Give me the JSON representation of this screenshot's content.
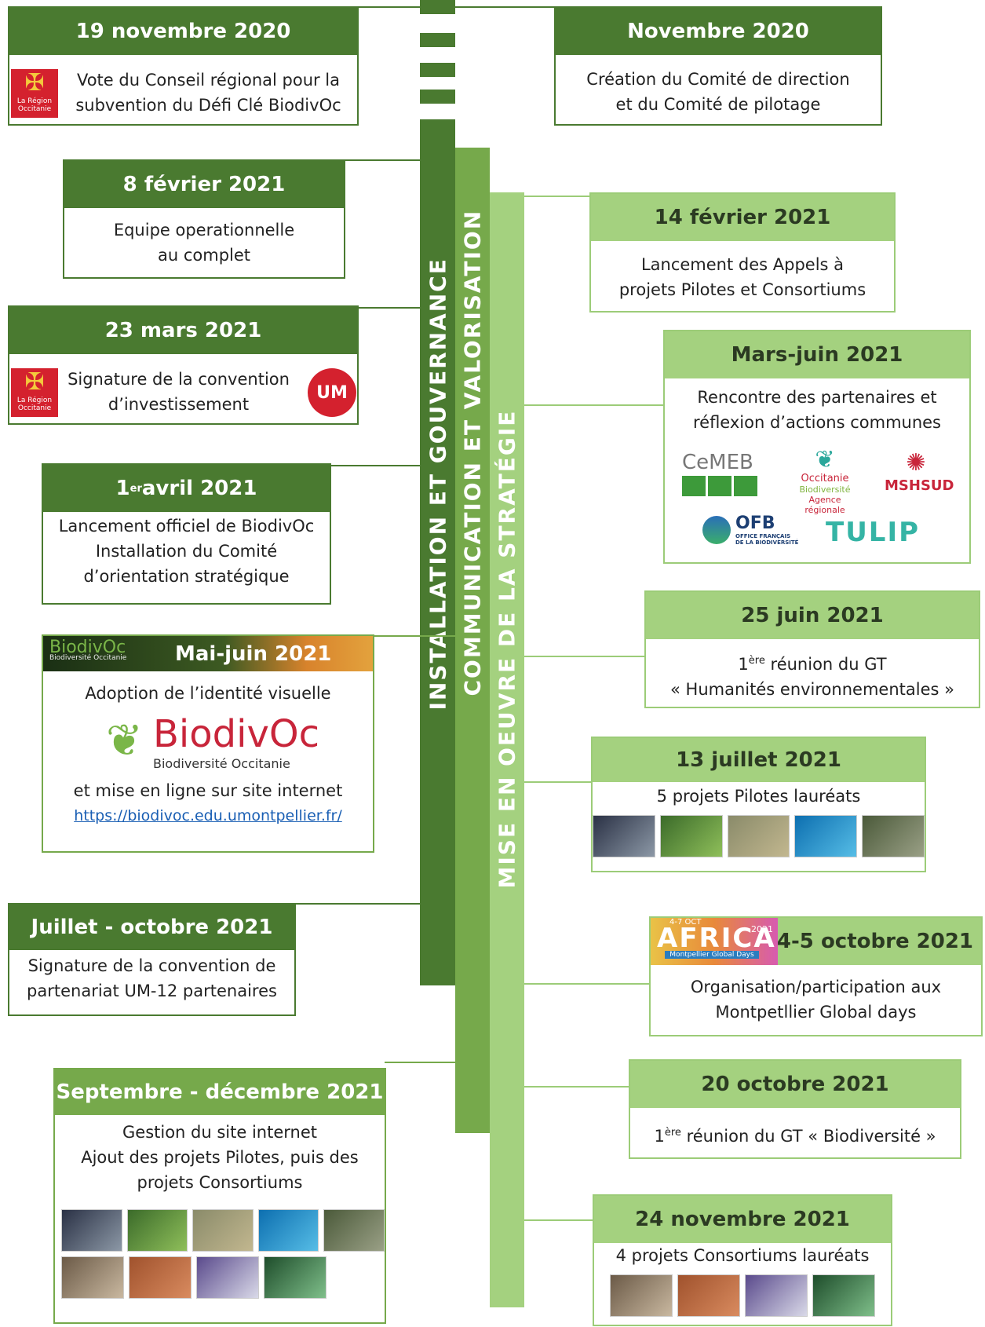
{
  "colors": {
    "dark": "#4a7a30",
    "mid": "#76a94b",
    "light": "#a4d17f"
  },
  "bands": {
    "gouvernance": "INSTALLATION ET GOUVERNANCE",
    "communication": "COMMUNICATION ET VALORISATION",
    "strategie": "MISE EN OEUVRE DE LA STRATÉGIE"
  },
  "events": {
    "e1": {
      "date": "19 novembre 2020",
      "text": [
        "Vote du Conseil régional pour la",
        "subvention du Défi Clé BiodivOc"
      ]
    },
    "e2": {
      "date": "Novembre 2020",
      "text": [
        "Création du Comité de direction",
        "et du Comité de pilotage"
      ]
    },
    "e3": {
      "date": "8 février 2021",
      "text": [
        "Equipe operationnelle",
        "au complet"
      ]
    },
    "e4": {
      "date": "14 février 2021",
      "text": [
        "Lancement des Appels à",
        "projets Pilotes et Consortiums"
      ]
    },
    "e5": {
      "date": "23 mars 2021",
      "text": [
        "Signature de la convention",
        "d’investissement"
      ]
    },
    "e6": {
      "date": "Mars-juin 2021",
      "text": [
        "Rencontre des partenaires et",
        "réflexion d’actions communes"
      ]
    },
    "e7": {
      "date_sup": "er",
      "date_num": "1",
      "date_rest": " avril 2021",
      "text": [
        "Lancement officiel de BiodivOc",
        "Installation du Comité",
        "d’orientation stratégique"
      ]
    },
    "e8": {
      "date_sup": "ère",
      "date_num": "1",
      "date": "25 juin 2021",
      "text_rest": " réunion du GT",
      "text2": "« Humanités environnementales »"
    },
    "e9": {
      "date": "Mai-juin 2021",
      "brand": "BiodivOc",
      "brand_sub": "Biodiversité Occitanie",
      "text1": "Adoption de l’identité visuelle",
      "text2": "et mise en ligne sur site internet",
      "link": "https://biodivoc.edu.umontpellier.fr/"
    },
    "e10": {
      "date": "13 juillet 2021",
      "text": "5 projets Pilotes lauréats"
    },
    "e11": {
      "date": "Juillet - octobre 2021",
      "text": [
        "Signature de la convention de",
        "partenariat UM-12 partenaires"
      ]
    },
    "e12": {
      "date": "4-5 octobre 2021",
      "banner": "AFRICA",
      "banner_year": "2021",
      "banner_dates": "4-7 OCT",
      "banner_sub": "Montpellier Global Days",
      "text": [
        "Organisation/participation aux",
        "Montpetllier Global days"
      ]
    },
    "e13": {
      "date": "20 octobre 2021",
      "num": "1",
      "sup": "ère",
      "text_rest": " réunion du GT « Biodiversité »"
    },
    "e14": {
      "date": "Septembre - décembre 2021",
      "text": [
        "Gestion du site internet",
        "Ajout des projets Pilotes, puis des",
        "projets Consortiums"
      ]
    },
    "e15": {
      "date": "24 novembre 2021",
      "text": "4 projets Consortiums lauréats"
    }
  },
  "logos": {
    "region": [
      "La Région",
      "Occitanie"
    ],
    "um": "UM",
    "cemeb": "CeMEB",
    "occ_bio": [
      "Occitanie",
      "Biodiversité",
      "Agence régionale"
    ],
    "msh": "MSHSUD",
    "ofb": "OFB",
    "ofb_sub": [
      "OFFICE FRANÇAIS",
      "DE LA BIODIVERSITÉ"
    ],
    "tulip": "TULIP"
  }
}
